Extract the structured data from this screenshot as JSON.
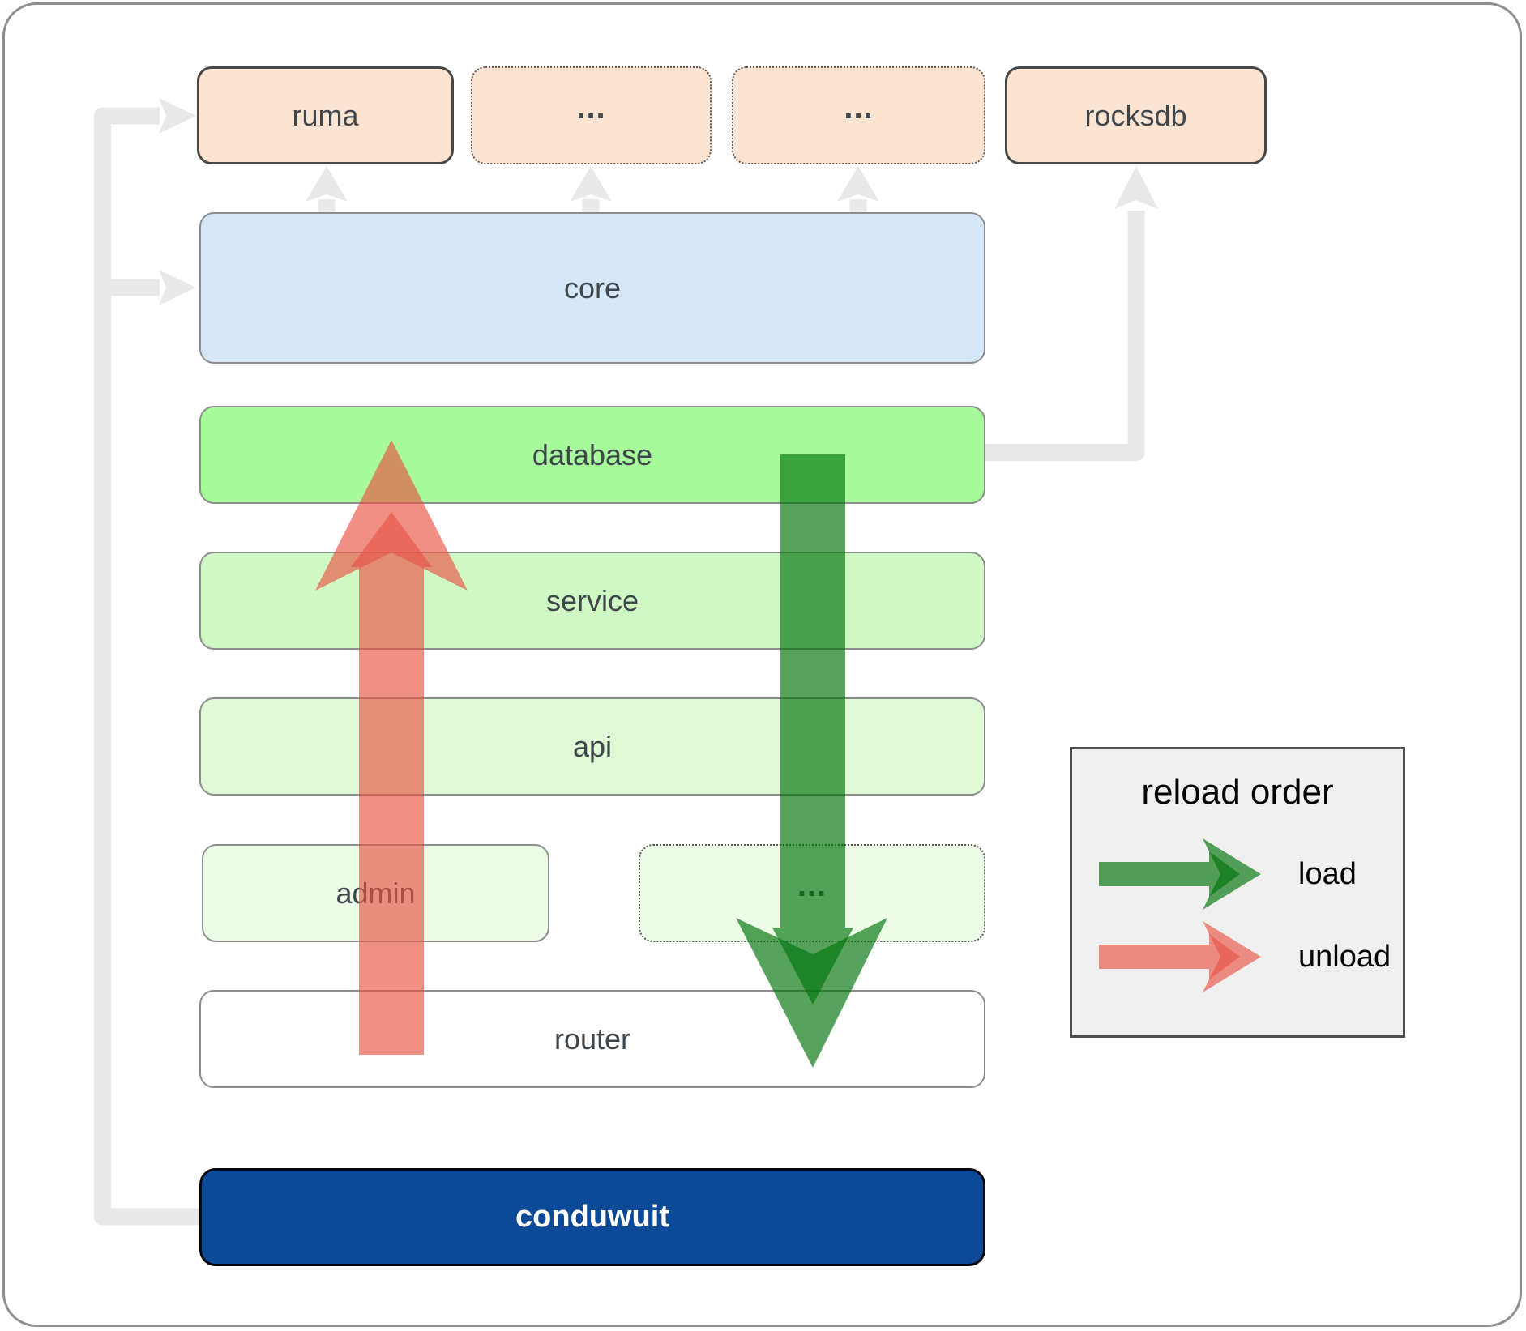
{
  "boxes": {
    "ruma": {
      "label": "ruma"
    },
    "ellipsis1": {
      "label": "..."
    },
    "ellipsis2": {
      "label": "..."
    },
    "rocksdb": {
      "label": "rocksdb"
    },
    "core": {
      "label": "core"
    },
    "database": {
      "label": "database"
    },
    "service": {
      "label": "service"
    },
    "api": {
      "label": "api"
    },
    "admin": {
      "label": "admin"
    },
    "admin_ellipsis": {
      "label": "..."
    },
    "router": {
      "label": "router"
    },
    "conduwuit": {
      "label": "conduwuit"
    }
  },
  "legend": {
    "title": "reload order",
    "load_label": "load",
    "unload_label": "unload"
  },
  "colors": {
    "peach": "#fce4d3",
    "light_blue": "#d5e7f9",
    "bright_green": "#a7fb9b",
    "green_service": "#d0f8c5",
    "green_api": "#e0fad7",
    "green_admin": "#ecfce7",
    "white": "#ffffff",
    "navy": "#0c4a97",
    "connector_gray": "#e9e9e9",
    "load_arrow": "rgba(0,115,10,0.66)",
    "unload_arrow": "rgba(232,83,69,0.65)",
    "legend_bg": "#f0f0f0"
  }
}
